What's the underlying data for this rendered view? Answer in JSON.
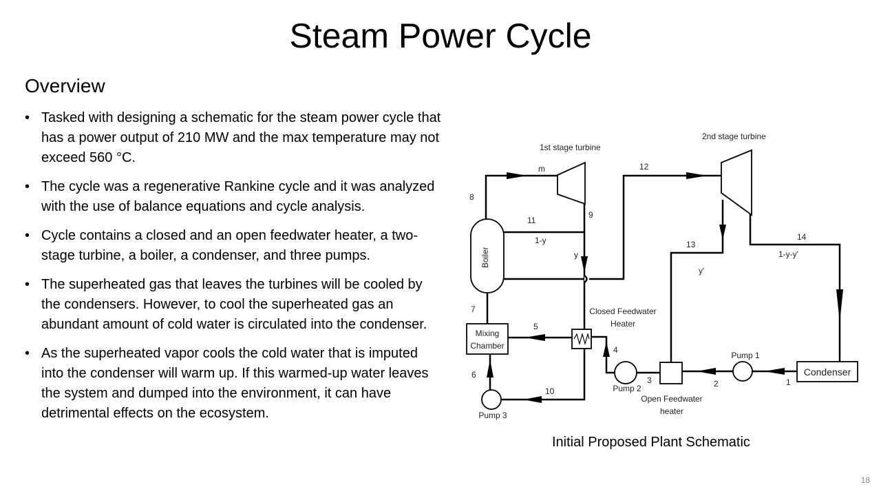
{
  "slide": {
    "title": "Steam Power Cycle",
    "section_heading": "Overview",
    "bullets": [
      "Tasked with designing a schematic for the steam power cycle that has a power output of 210 MW and the max temperature may not exceed 560 °C.",
      "The cycle was a regenerative Rankine cycle and it was analyzed with the use of balance equations and cycle analysis.",
      "Cycle contains a closed and an open feedwater heater, a two-stage turbine, a boiler, a condenser, and three pumps.",
      "The superheated gas that leaves the turbines will be cooled by the condensers. However, to cool the superheated gas an abundant amount of cold water is circulated into the condenser.",
      "As the superheated vapor cools the cold water that is imputed into the condenser will warm up. If this warmed-up water leaves the system and dumped into the environment, it can have detrimental effects on the ecosystem."
    ],
    "page_number": "18"
  },
  "schematic": {
    "caption": "Initial Proposed Plant Schematic",
    "components": {
      "turbine_1": "1st stage turbine",
      "turbine_2": "2nd stage turbine",
      "boiler": "Boiler",
      "mixing_chamber_line1": "Mixing",
      "mixing_chamber_line2": "Chamber",
      "closed_fwh_line1": "Closed Feedwater",
      "closed_fwh_line2": "Heater",
      "open_fwh_line1": "Open Feedwater",
      "open_fwh_line2": "heater",
      "pump_1": "Pump 1",
      "pump_2": "Pump 2",
      "pump_3": "Pump 3",
      "condenser": "Condenser"
    },
    "state_labels": {
      "s1": "1",
      "s2": "2",
      "s3": "3",
      "s4": "4",
      "s5": "5",
      "s6": "6",
      "s7": "7",
      "s8": "8",
      "s9": "9",
      "s10": "10",
      "s11": "11",
      "s12": "12",
      "s13": "13",
      "s14": "14"
    },
    "flow_labels": {
      "m": "m",
      "one_minus_y": "1-y",
      "y": "y",
      "y_prime": "y'",
      "one_minus_y_minus_y_prime": "1-y-y'"
    }
  }
}
